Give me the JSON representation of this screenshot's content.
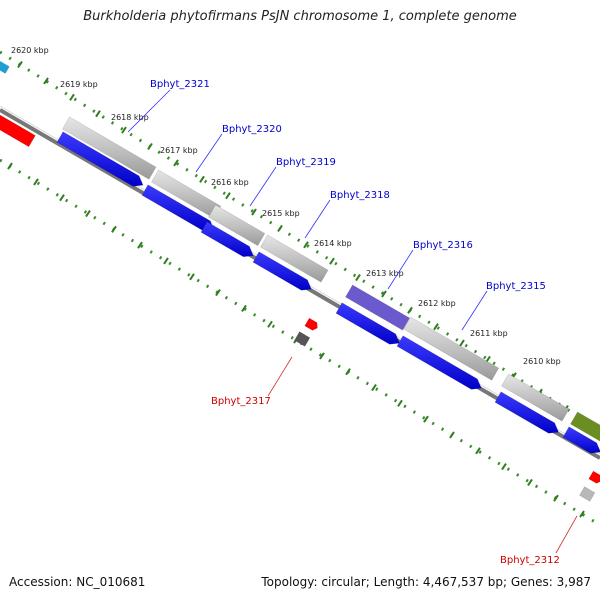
{
  "title": "Burkholderia phytofirmans PsJN chromosome 1, complete genome",
  "footer": {
    "accession": "Accession: NC_010681",
    "summary": "Topology: circular; Length: 4,467,537 bp; Genes: 3,987"
  },
  "colors": {
    "backbone": "#7a7a7a",
    "tick_dots": "#3a8a2a",
    "tick_dash": "#2e7d1e",
    "forward_gene": "#0000ee",
    "gray_segment": "#b4b4b4",
    "purple_segment": "#6a5acd",
    "olive_segment": "#6b8e23",
    "red_feature": "#ff0000",
    "cyan_feature": "#1e9fd8",
    "label_blue": "#0000cc",
    "label_red": "#cc0000"
  },
  "kbp_ticks": [
    "2620 kbp",
    "2619 kbp",
    "2618 kbp",
    "2617 kbp",
    "2616 kbp",
    "2615 kbp",
    "2614 kbp",
    "2613 kbp",
    "2612 kbp",
    "2611 kbp",
    "2610 kbp"
  ],
  "gene_labels_top": [
    "Bphyt_2321",
    "Bphyt_2320",
    "Bphyt_2319",
    "Bphyt_2318",
    "Bphyt_2316",
    "Bphyt_2315"
  ],
  "gene_labels_bottom": [
    "Bphyt_2317",
    "Bphyt_2312"
  ]
}
